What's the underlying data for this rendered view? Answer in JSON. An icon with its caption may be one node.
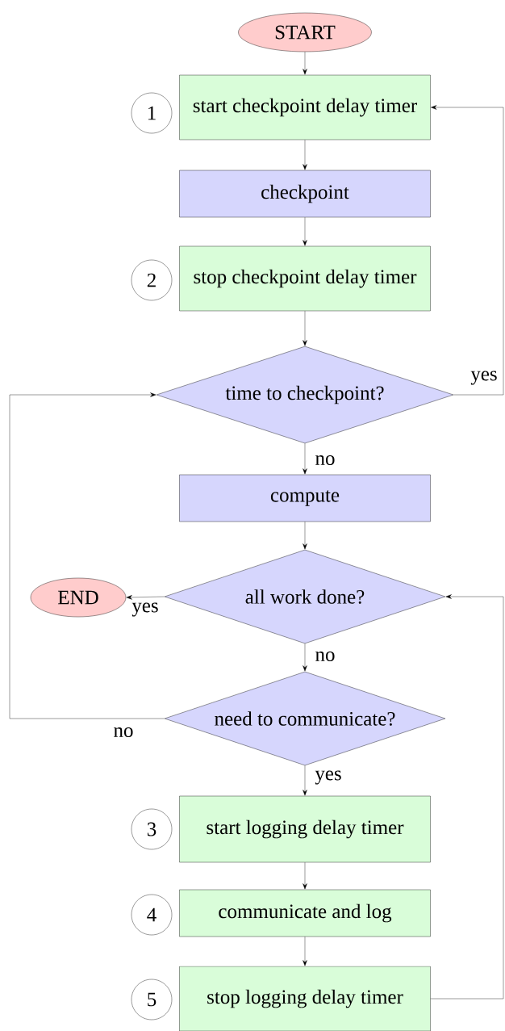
{
  "diagram": {
    "nodes": [
      {
        "text": [
          "START"
        ]
      },
      {
        "text": [
          "1"
        ]
      },
      {
        "text": [
          "start checkpoint delay timer"
        ]
      },
      {
        "text": [
          "checkpoint"
        ]
      },
      {
        "text": [
          "2"
        ]
      },
      {
        "text": [
          "stop checkpoint delay timer"
        ]
      },
      {
        "text": [
          "time to checkpoint?"
        ]
      },
      {
        "text": [
          "compute"
        ]
      },
      {
        "text": [
          "END"
        ]
      },
      {
        "text": [
          "all work done?"
        ]
      },
      {
        "text": [
          "need to communicate?"
        ]
      },
      {
        "text": [
          "3"
        ]
      },
      {
        "text": [
          "start logging delay timer"
        ]
      },
      {
        "text": [
          "4"
        ]
      },
      {
        "text": [
          "communicate and log"
        ]
      },
      {
        "text": [
          "5"
        ]
      },
      {
        "text": [
          "stop logging delay timer"
        ]
      }
    ],
    "edges": [
      {
        "from": 0,
        "to": 2,
        "arrow": "to"
      },
      {
        "from": 2,
        "to": 3,
        "arrow": "to"
      },
      {
        "from": 3,
        "to": 5,
        "arrow": "to"
      },
      {
        "from": 5,
        "to": 6,
        "arrow": "to"
      },
      {
        "from": 6,
        "to": 2,
        "arrow": "to",
        "label": "yes"
      },
      {
        "from": 6,
        "to": 7,
        "arrow": "to",
        "label": "no"
      },
      {
        "from": 7,
        "to": 9,
        "arrow": "to"
      },
      {
        "from": 9,
        "to": 8,
        "arrow": "to",
        "label": "yes"
      },
      {
        "from": 9,
        "to": 10,
        "arrow": "to",
        "label": "no"
      },
      {
        "from": 10,
        "to": 6,
        "arrow": "to",
        "label": "no"
      },
      {
        "from": 10,
        "to": 12,
        "arrow": "to",
        "label": "yes"
      },
      {
        "from": 12,
        "to": 14,
        "arrow": "to"
      },
      {
        "from": 14,
        "to": 16,
        "arrow": "to"
      },
      {
        "from": 16,
        "to": 9,
        "arrow": "to"
      }
    ]
  }
}
